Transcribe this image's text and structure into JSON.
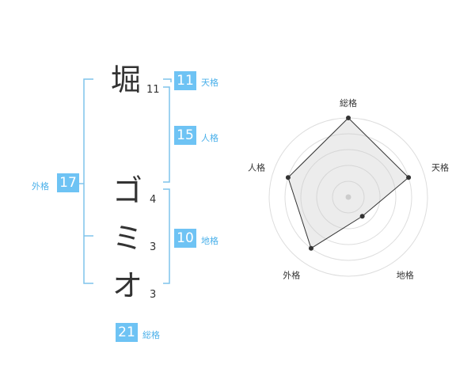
{
  "name": {
    "chars": [
      {
        "char": "堀",
        "strokes": "11"
      },
      {
        "char": "ゴ",
        "strokes": "4"
      },
      {
        "char": "ミ",
        "strokes": "3"
      },
      {
        "char": "オ",
        "strokes": "3"
      }
    ]
  },
  "fortune": {
    "tenkaku": {
      "value": "11",
      "label": "天格"
    },
    "jinkaku": {
      "value": "15",
      "label": "人格"
    },
    "chikaku": {
      "value": "10",
      "label": "地格"
    },
    "gaikaku": {
      "value": "17",
      "label": "外格"
    },
    "soukaku": {
      "value": "21",
      "label": "総格"
    }
  },
  "colors": {
    "accent": "#6ec3f4",
    "accent_text": "#4ab0ea",
    "line": "#7fc4ec"
  },
  "chart_data": {
    "type": "radar",
    "axes": [
      "総格",
      "天格",
      "地格",
      "外格",
      "人格"
    ],
    "values": [
      5,
      4,
      1.5,
      4,
      4
    ],
    "max": 5,
    "rings": 5
  }
}
